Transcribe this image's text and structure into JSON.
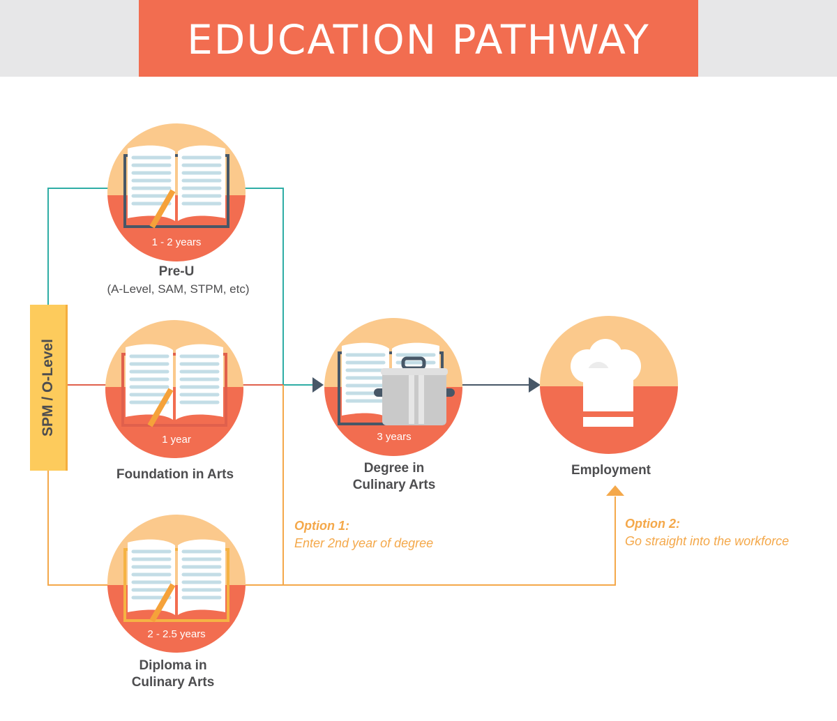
{
  "title": "EDUCATION PATHWAY",
  "start": {
    "label": "SPM / O-Level"
  },
  "nodes": {
    "preu": {
      "name": "Pre-U",
      "sub": "(A-Level, SAM, STPM, etc)",
      "duration": "1 - 2 years"
    },
    "foundation": {
      "name": "Foundation in Arts",
      "duration": "1 year"
    },
    "diploma": {
      "name_line1": "Diploma in",
      "name_line2": "Culinary Arts",
      "duration": "2 - 2.5 years"
    },
    "degree": {
      "name_line1": "Degree in",
      "name_line2": "Culinary Arts",
      "duration": "3 years"
    },
    "employment": {
      "name": "Employment"
    }
  },
  "options": {
    "option1": {
      "title": "Option 1:",
      "text": "Enter 2nd year of degree"
    },
    "option2": {
      "title": "Option 2:",
      "text": "Go straight into the workforce"
    }
  },
  "icons": {
    "preu": "open-book-with-pencil-icon",
    "foundation": "open-book-with-pencil-icon",
    "diploma": "open-book-with-pencil-icon",
    "degree": "book-and-cooking-pot-icon",
    "employment": "chef-hat-icon"
  },
  "colors": {
    "title_bg": "#f26d50",
    "circle_top": "#fbc98c",
    "circle_bottom": "#f26d50",
    "teal_line": "#2eada5",
    "red_line": "#e0604c",
    "orange_line": "#f4a84a",
    "arrow": "#475767",
    "spm_bg": "#fdcb5c"
  }
}
